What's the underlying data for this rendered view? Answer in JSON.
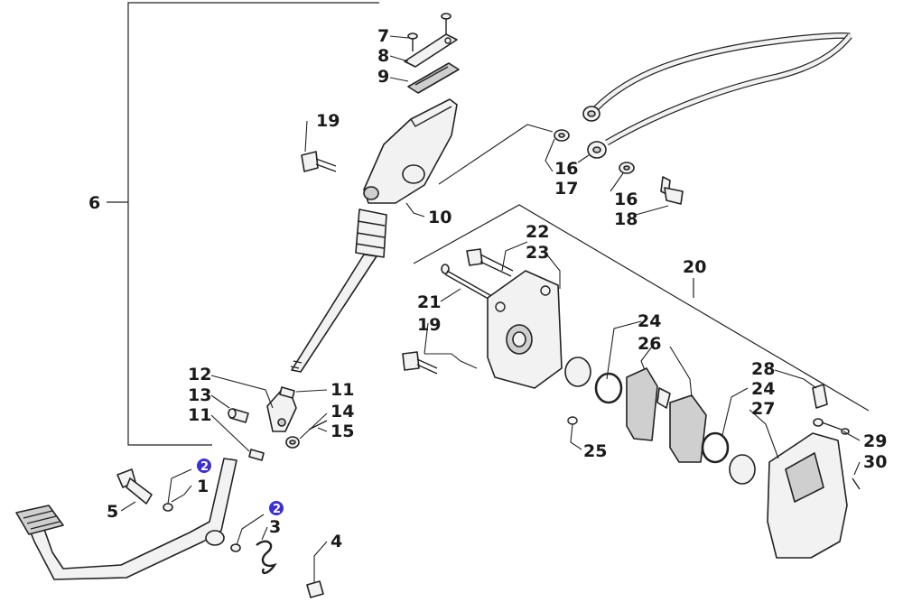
{
  "callouts": {
    "c1": "1",
    "c2a": "2",
    "c2b": "2",
    "c3": "3",
    "c4": "4",
    "c5": "5",
    "c6": "6",
    "c7": "7",
    "c8": "8",
    "c9": "9",
    "c10": "10",
    "c11a": "11",
    "c11b": "11",
    "c12": "12",
    "c13": "13",
    "c14": "14",
    "c15": "15",
    "c16a": "16",
    "c16b": "16",
    "c17": "17",
    "c18": "18",
    "c19a": "19",
    "c19b": "19",
    "c20": "20",
    "c21": "21",
    "c22": "22",
    "c23": "23",
    "c24a": "24",
    "c24b": "24",
    "c25": "25",
    "c26": "26",
    "c27": "27",
    "c28": "28",
    "c29": "29",
    "c30": "30"
  },
  "badge_color": "#3b2fd6"
}
